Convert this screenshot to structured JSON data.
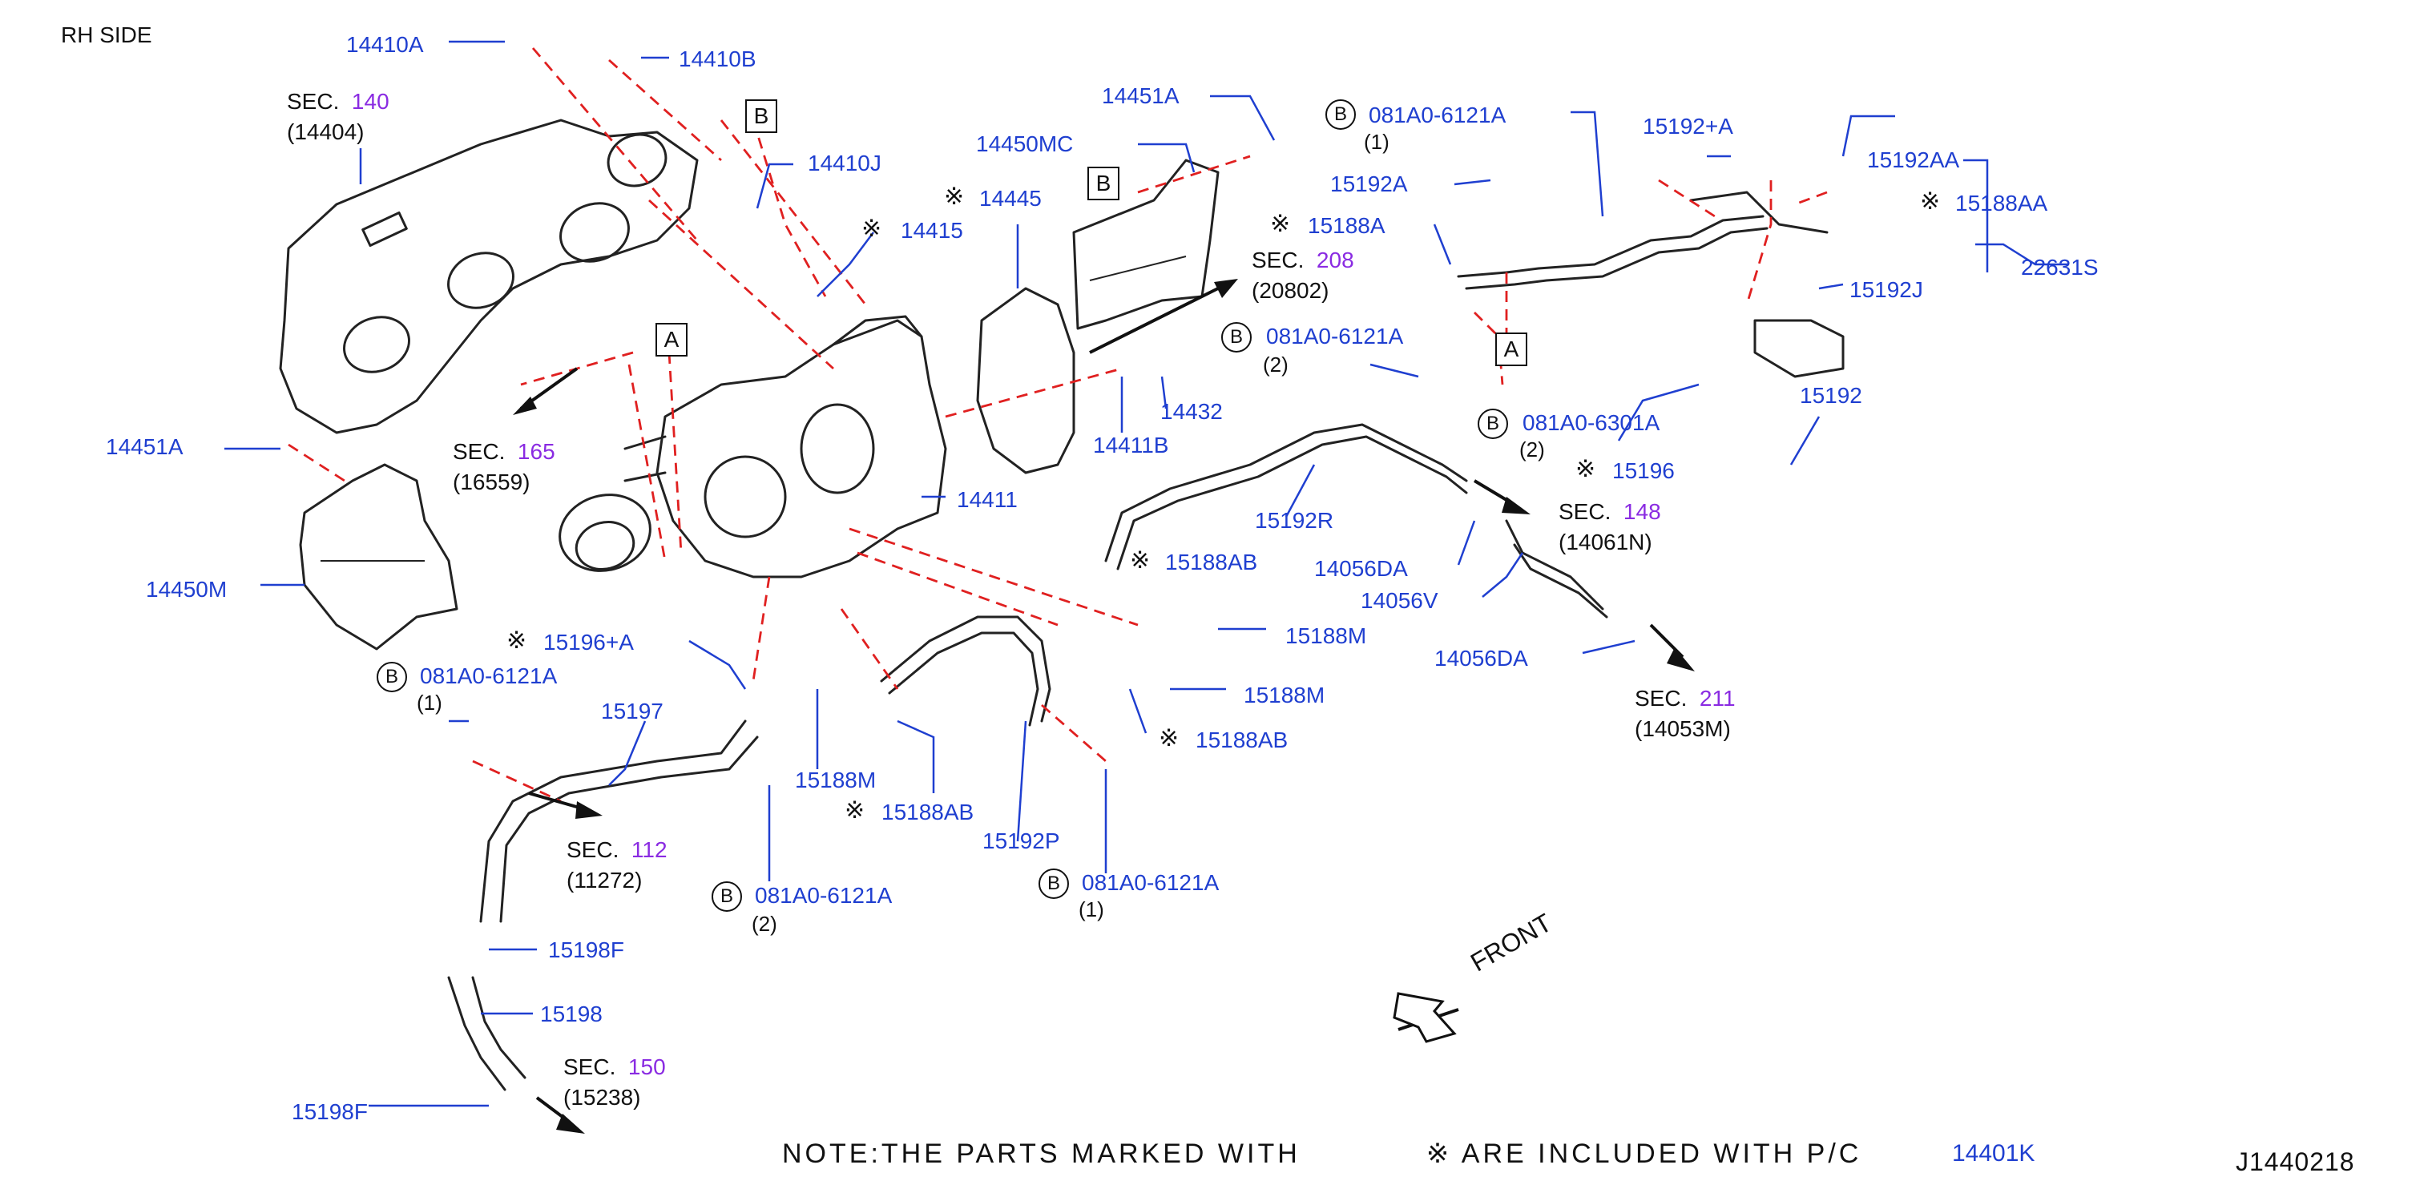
{
  "header": {
    "side": "RH   SIDE"
  },
  "diagram_id": "J1440218",
  "note": {
    "prefix": "NOTE:THE   PARTS   MARKED   WITH",
    "mark": "※",
    "suffix": "ARE   INCLUDED   WITH   P/C",
    "pc_part": "14401K"
  },
  "front_label": "FRONT",
  "symbols": {
    "b": "B",
    "a": "A",
    "mark": "※"
  },
  "parts": {
    "p14410A": "14410A",
    "p14410B": "14410B",
    "p14410J": "14410J",
    "p14415": "14415",
    "p14445": "14445",
    "p14450MC": "14450MC",
    "p14451A_top": "14451A",
    "p14451A_left": "14451A",
    "p14450M": "14450M",
    "p14411": "14411",
    "p14411B": "14411B",
    "p14432": "14432",
    "p15192A": "15192A",
    "p15188A": "15188A",
    "p15192plusA": "15192+A",
    "p15192AA": "15192AA",
    "p15188AA": "15188AA",
    "p22631S": "22631S",
    "p15192J": "15192J",
    "p15192": "15192",
    "p15196": "15196",
    "p15192R": "15192R",
    "p14056DA_upper": "14056DA",
    "p14056V": "14056V",
    "p14056DA_lower": "14056DA",
    "p15188AB_upper": "15188AB",
    "p15188M_upper": "15188M",
    "p15188M_mid": "15188M",
    "p15188AB_mid": "15188AB",
    "p15196plusA": "15196+A",
    "p15197": "15197",
    "p15188M_left": "15188M",
    "p15188AB_left": "15188AB",
    "p15192P": "15192P",
    "p15198F_upper": "15198F",
    "p15198": "15198",
    "p15198F_lower": "15198F"
  },
  "bolts": {
    "b1": {
      "code": "081A0-6121A",
      "qty": "(1)"
    },
    "b2": {
      "code": "081A0-6121A",
      "qty": "(2)"
    },
    "b3": {
      "code": "081A0-6301A",
      "qty": "(2)"
    },
    "b4": {
      "code": "081A0-6121A",
      "qty": "(1)"
    },
    "b5": {
      "code": "081A0-6121A",
      "qty": "(2)"
    },
    "b6": {
      "code": "081A0-6121A",
      "qty": "(1)"
    }
  },
  "sections": {
    "s140": {
      "prefix": "SEC.",
      "num": "140",
      "ref": "(14404)"
    },
    "s165": {
      "prefix": "SEC.",
      "num": "165",
      "ref": "(16559)"
    },
    "s208": {
      "prefix": "SEC.",
      "num": "208",
      "ref": "(20802)"
    },
    "s148": {
      "prefix": "SEC.",
      "num": "148",
      "ref": "(14061N)"
    },
    "s211": {
      "prefix": "SEC.",
      "num": "211",
      "ref": "(14053M)"
    },
    "s112": {
      "prefix": "SEC.",
      "num": "112",
      "ref": "(11272)"
    },
    "s150": {
      "prefix": "SEC.",
      "num": "150",
      "ref": "(15238)"
    }
  },
  "colors": {
    "part_label": "#1f3fd0",
    "section_number": "#8a2be2",
    "dashed_guide": "#e02020",
    "line_art": "#222222"
  }
}
